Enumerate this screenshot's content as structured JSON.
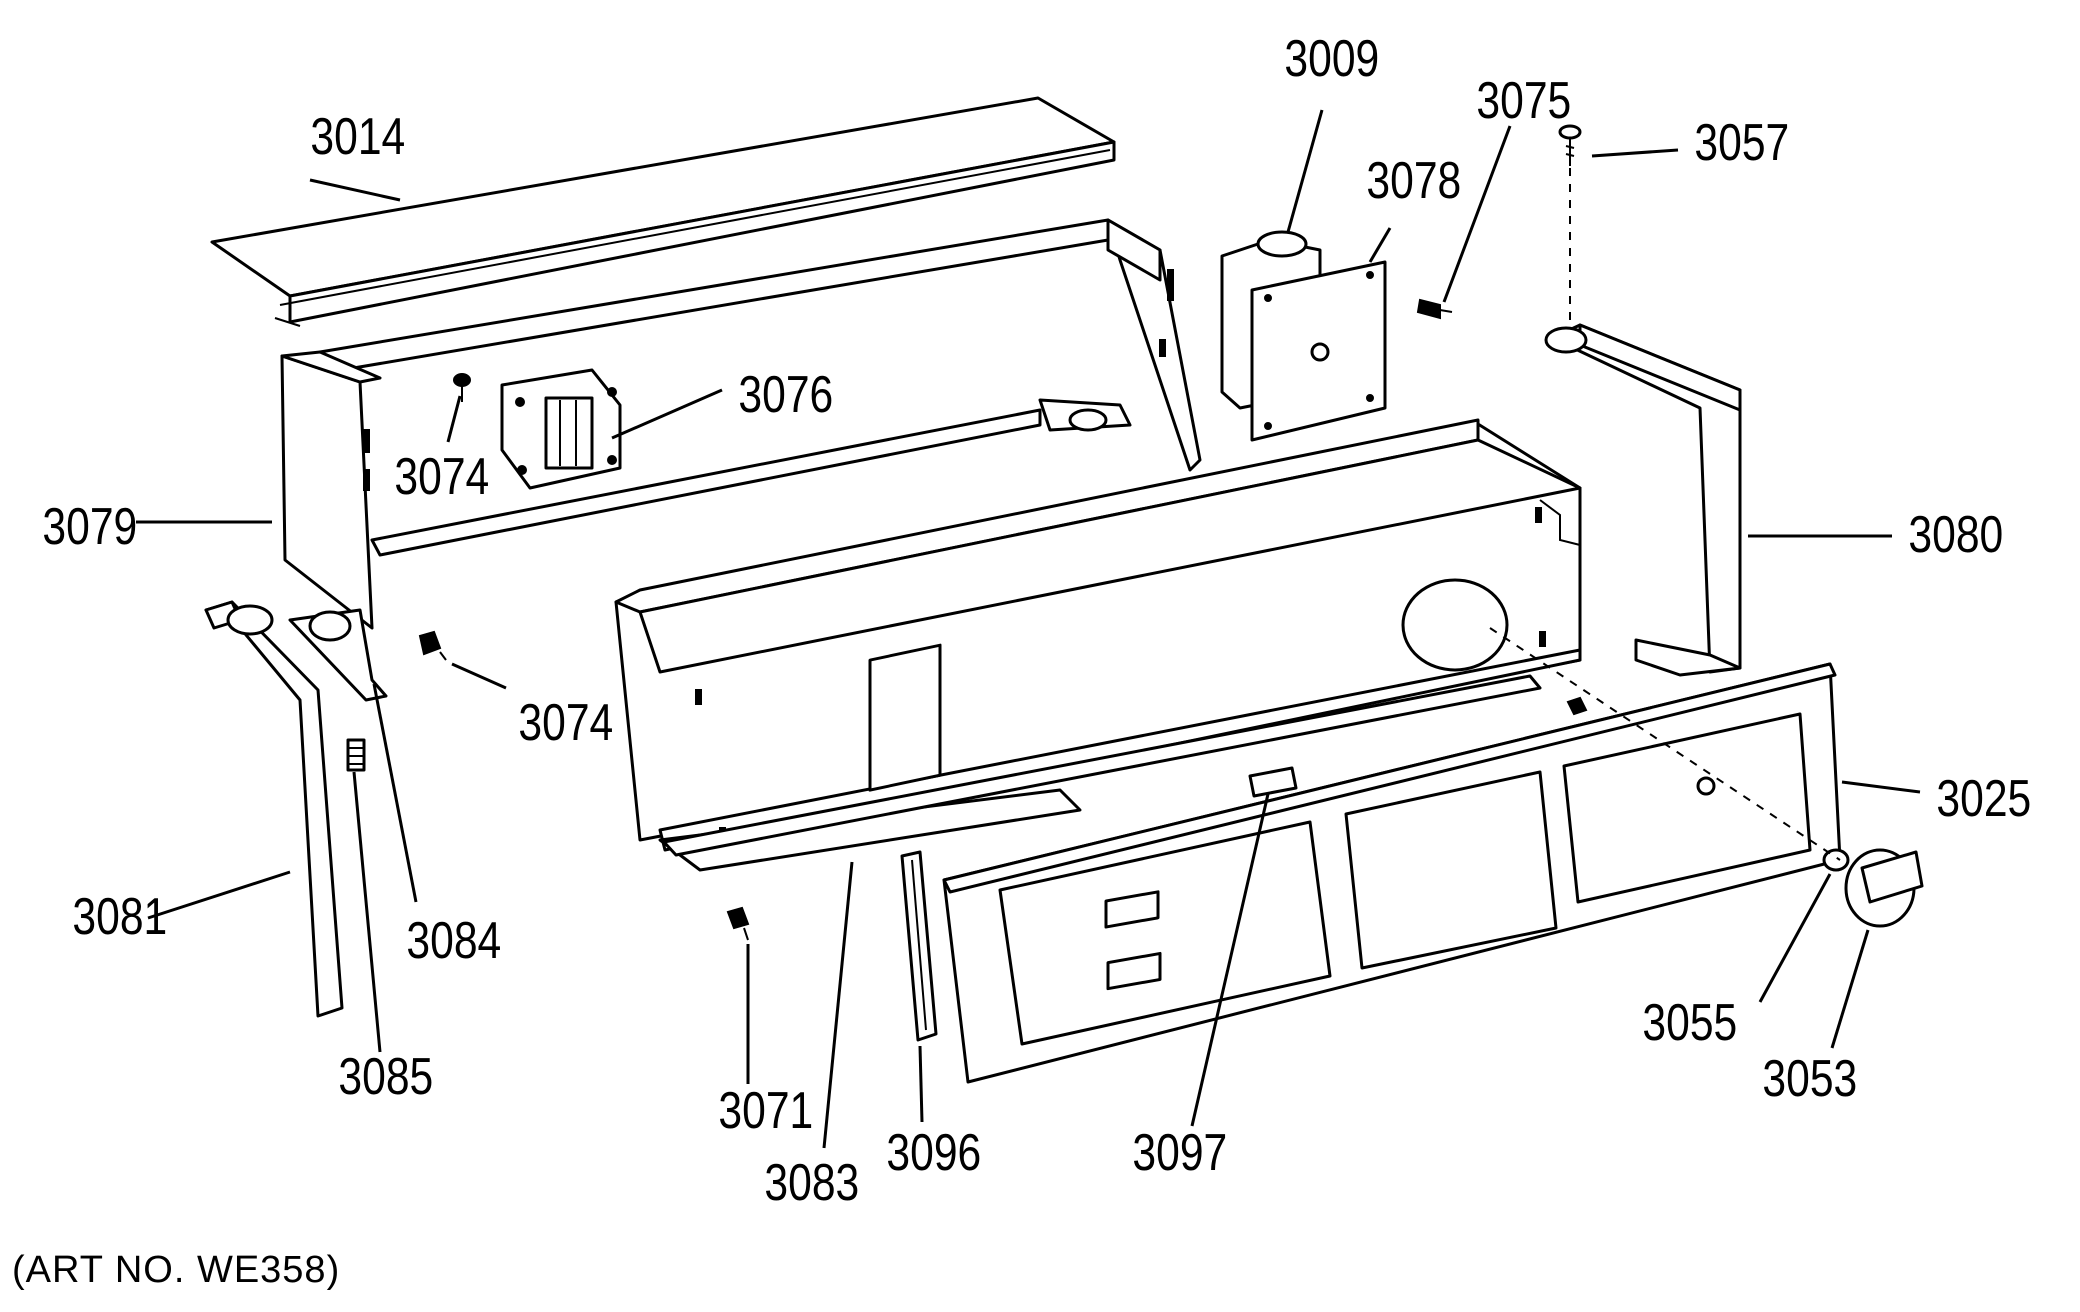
{
  "art_note": "(ART NO. WE358)",
  "callouts": [
    {
      "id": "3014",
      "text": "3014"
    },
    {
      "id": "3009",
      "text": "3009"
    },
    {
      "id": "3075",
      "text": "3075"
    },
    {
      "id": "3057",
      "text": "3057"
    },
    {
      "id": "3078",
      "text": "3078"
    },
    {
      "id": "3076",
      "text": "3076"
    },
    {
      "id": "3074a",
      "text": "3074"
    },
    {
      "id": "3079",
      "text": "3079"
    },
    {
      "id": "3080",
      "text": "3080"
    },
    {
      "id": "3074b",
      "text": "3074"
    },
    {
      "id": "3025",
      "text": "3025"
    },
    {
      "id": "3081",
      "text": "3081"
    },
    {
      "id": "3084",
      "text": "3084"
    },
    {
      "id": "3085",
      "text": "3085"
    },
    {
      "id": "3055",
      "text": "3055"
    },
    {
      "id": "3053",
      "text": "3053"
    },
    {
      "id": "3071",
      "text": "3071"
    },
    {
      "id": "3083",
      "text": "3083"
    },
    {
      "id": "3096",
      "text": "3096"
    },
    {
      "id": "3097",
      "text": "3097"
    }
  ]
}
